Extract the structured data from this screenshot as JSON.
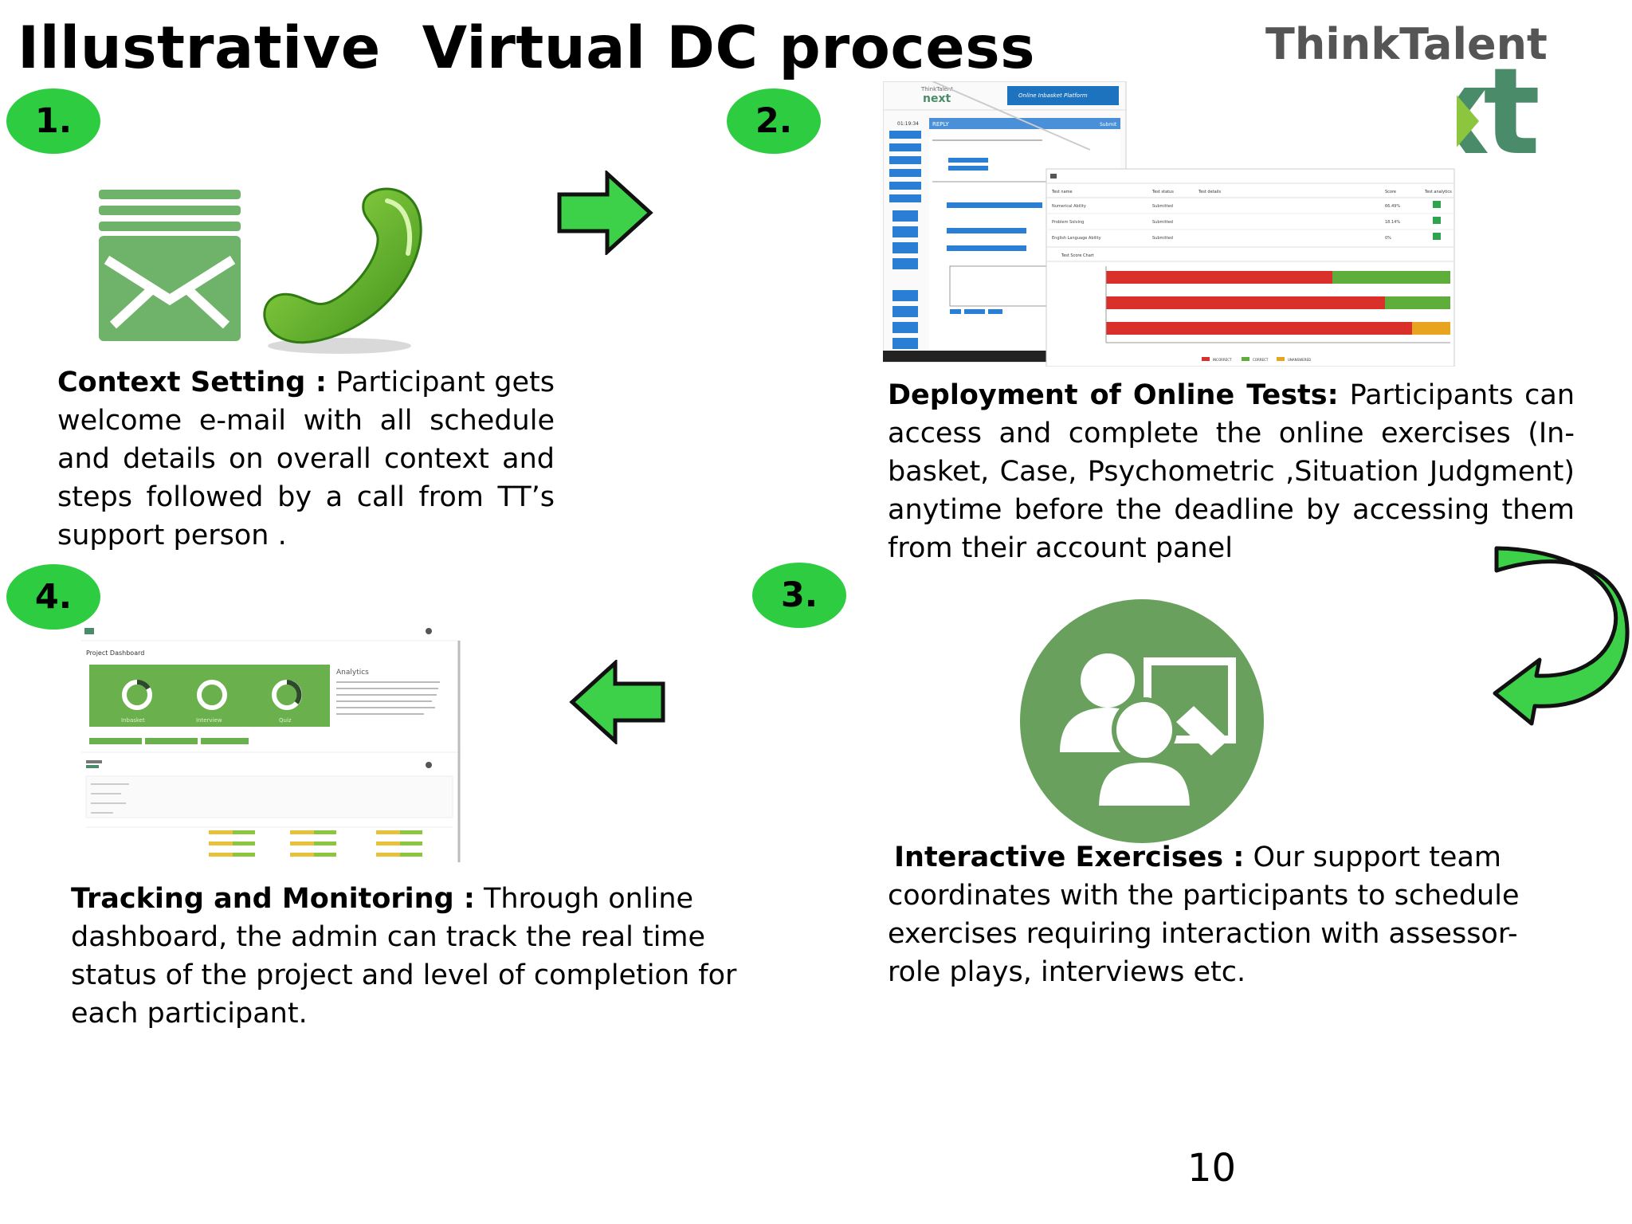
{
  "slide": {
    "title": "Illustrative  Virtual DC process",
    "page_number": "10"
  },
  "brand": {
    "logo_top": "ThinkTalent",
    "logo_bottom": "next",
    "color_green": "#4a8c6a",
    "color_gray": "#555555",
    "color_chevron": "#8cc63f"
  },
  "colors": {
    "badge": "#2ecc40",
    "arrow": "#3dd14a",
    "icon_green": "#69a05e"
  },
  "steps": [
    {
      "number": "1.",
      "heading": "Context Setting :",
      "text": "Participant gets welcome e-mail with all schedule and details on overall context and steps followed by a call from TT’s support person ."
    },
    {
      "number": "2.",
      "heading": "Deployment of Online Tests:",
      "text": " Participants can access and complete the online exercises (In-basket, Case, Psychometric ,Situation Judgment) anytime before the deadline by accessing them from their account panel"
    },
    {
      "number": "3.",
      "heading": "Interactive Exercises :",
      "text": " Our support team coordinates with the participants to schedule exercises requiring interaction with assessor- role plays, interviews etc."
    },
    {
      "number": "4.",
      "heading": "Tracking and Monitoring :",
      "text": " Through online dashboard, the admin can track the real time status of the project and level of completion for each participant."
    }
  ],
  "icons": {
    "mail": "mail-icon",
    "phone": "phone-icon",
    "interaction": "people-whiteboard-icon"
  },
  "test_screenshot": {
    "logo_top": "ThinkTalent",
    "logo": "next",
    "banner": "Online Inbasket Platform",
    "timer": "01:19:34",
    "reply": "REPLY",
    "submit": "Submit",
    "table_headers": [
      "Test name",
      "Test status",
      "Test details",
      "Score",
      "Test analytics"
    ],
    "rows": [
      {
        "name": "Numerical Ability",
        "status": "Submitted",
        "score": "66.49%"
      },
      {
        "name": "Problem Solving",
        "status": "Submitted",
        "score": "18.14%"
      },
      {
        "name": "English Language Ability",
        "status": "Submitted",
        "score": "0%"
      }
    ],
    "chart_title": "Test Score Chart",
    "legend": [
      "INCORRECT",
      "CORRECT",
      "UNANSWERED"
    ]
  },
  "dashboard_screenshot": {
    "title": "Project Dashboard",
    "analytics_heading": "Analytics",
    "donut_labels": [
      "Inbasket",
      "Interview",
      "Quiz"
    ]
  }
}
